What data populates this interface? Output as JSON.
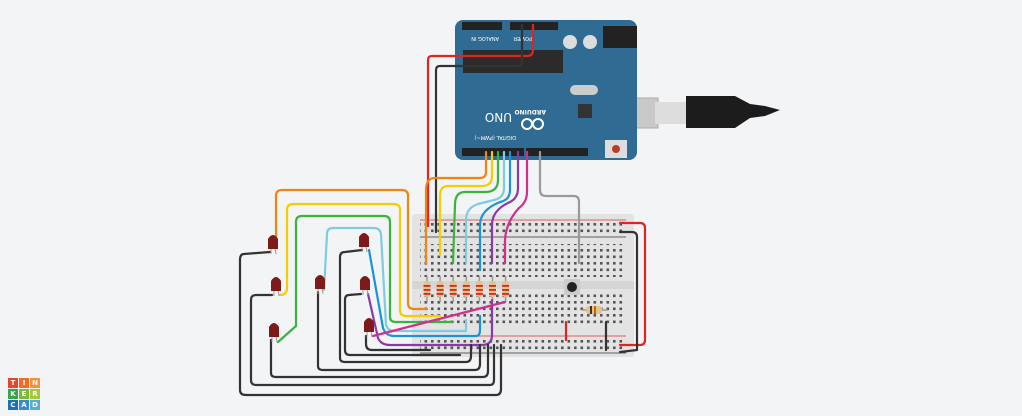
{
  "arduino": {
    "model_label": "UNO",
    "brand_label": "ARDUINO",
    "digital_label": "DIGITAL (PWM~)",
    "analog_label": "ANALOG IN",
    "power_label": "POWER",
    "board_color": "#2f6b93"
  },
  "wire_colors": {
    "orange": "#f0860f",
    "yellow": "#f5cd00",
    "green": "#3cb33c",
    "lightblue": "#7fcbe0",
    "blue": "#1a94d6",
    "purple": "#8a3aa8",
    "magenta": "#d12f8f",
    "gray": "#9a9a9a",
    "red": "#e02424",
    "black": "#333333"
  },
  "logo": {
    "letters": [
      "T",
      "I",
      "N",
      "K",
      "E",
      "R",
      "C",
      "A",
      "D"
    ],
    "colors": [
      "#e8452c",
      "#f26b28",
      "#f7903a",
      "#3aa34a",
      "#7cb93c",
      "#a6c73a",
      "#1f6fb5",
      "#3a8cc9",
      "#5aaad8"
    ]
  }
}
